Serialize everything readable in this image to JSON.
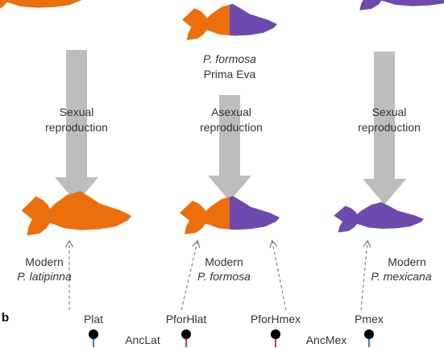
{
  "colors": {
    "latipinna": "#EC6E0C",
    "mexicana": "#6E4AAF",
    "arrow": "#BDBDBD",
    "dashed": "#888888",
    "pin_head": "#000000",
    "pin_stem_lat": "#2E86C1",
    "pin_stem_formosa": "#D6336C"
  },
  "top": {
    "ancestor_species": "P. formosa",
    "ancestor_name": "Prima Eva"
  },
  "arrows": {
    "left": [
      "Sexual",
      "reproduction"
    ],
    "middle": [
      "Asexual",
      "reproduction"
    ],
    "right": [
      "Sexual",
      "reproduction"
    ]
  },
  "modern": {
    "left": {
      "prefix": "Modern",
      "species": "P. latipinna"
    },
    "middle": {
      "prefix": "Modern",
      "species": "P. formosa"
    },
    "right": {
      "prefix": "Modern",
      "species": "P. mexicana"
    }
  },
  "panel_b": {
    "letter": "b",
    "labels": [
      "Plat",
      "PforHlat",
      "PforHmex",
      "Pmex"
    ],
    "ancestors": [
      "AncLat",
      "AncMex"
    ]
  },
  "icons": {
    "fish": "fish-silhouette-icon",
    "arrow": "down-arrow-icon",
    "pin": "lollipop-marker-icon"
  }
}
